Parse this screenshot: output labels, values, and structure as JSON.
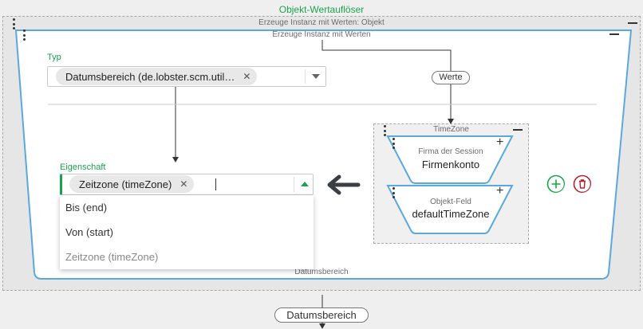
{
  "outer": {
    "title": "Objekt-Wertauflöser",
    "subtitle": "Erzeuge Instanz mit Werten: Objekt"
  },
  "instance": {
    "title": "Erzeuge Instanz mit Werten",
    "footer": "Datumsbereich"
  },
  "typ": {
    "label": "Typ",
    "selected": "Datumsbereich (de.lobster.scm.util…"
  },
  "werte": {
    "label": "Werte"
  },
  "eigenschaft": {
    "label": "Eigenschaft",
    "selected": "Zeitzone (timeZone)",
    "options": [
      "Bis (end)",
      "Von (start)",
      "Zeitzone (timeZone)"
    ]
  },
  "timezone": {
    "title": "TimeZone",
    "items": [
      {
        "caption": "Firma der Session",
        "value": "Firmenkonto"
      },
      {
        "caption": "Objekt-Feld",
        "value": "defaultTimeZone"
      }
    ]
  },
  "output": {
    "label": "Datumsbereich"
  },
  "colors": {
    "accent_green": "#19a34a",
    "border_blue": "#5aa9dd",
    "delete_red": "#b3202e"
  }
}
